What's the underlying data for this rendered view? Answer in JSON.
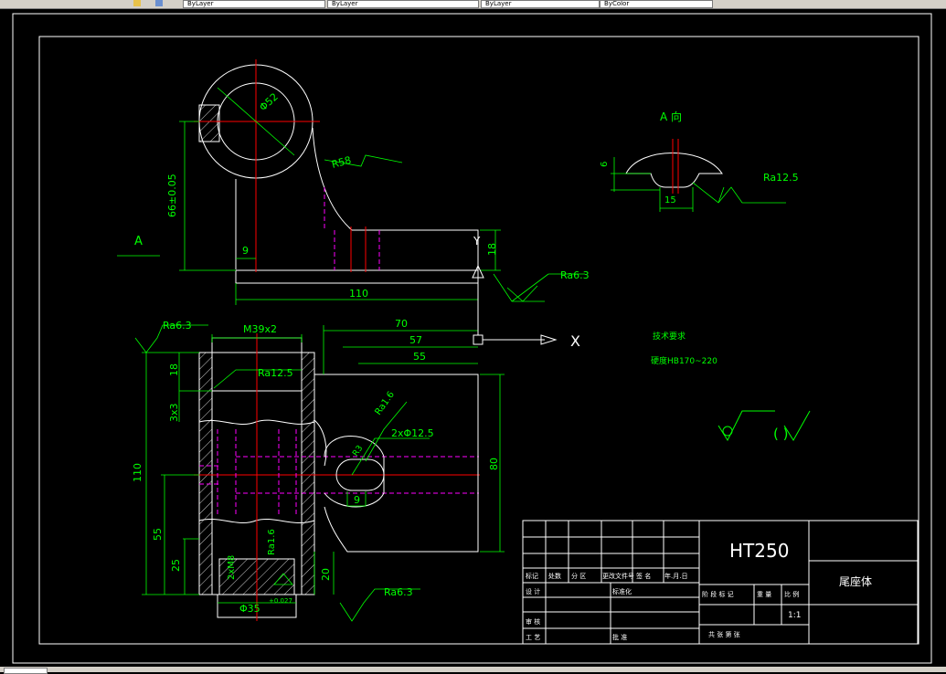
{
  "app": {
    "toolbar": {
      "layer_boxes": [
        "ByLayer",
        "ByLayer",
        "ByLayer",
        "ByColor"
      ]
    }
  },
  "drawing": {
    "view_label": "A",
    "section_label": "A 向",
    "dims": {
      "d52": "Φ52",
      "r58": "R58",
      "h66": "66±0.05",
      "w9": "9",
      "h18": "18",
      "w110": "110",
      "d70": "70",
      "d57": "57",
      "d55": "55",
      "m39": "M39x2",
      "d18": "18",
      "d3x3": "3x3",
      "d110v": "110",
      "d55v": "55",
      "d25v": "25",
      "m8": "2xM8",
      "d80": "80",
      "d20": "20",
      "d9b": "9",
      "d125": "2xΦ12.5",
      "r63": "R3",
      "d35": "Φ35",
      "d35tol": "+0.027",
      "d6": "6",
      "d15": "15",
      "x_label": "X",
      "y_label": "Y"
    },
    "roughness": {
      "ra125_top": "Ra12.5",
      "ra63_right": "Ra6.3",
      "ra63_left": "Ra6.3",
      "ra125_mid": "Ra12.5",
      "ra16_a": "Ra1.6",
      "ra16_b": "Ra1.6",
      "ra63_bottom": "Ra6.3"
    },
    "notes": {
      "title": "技术要求",
      "line1": "硬度HB170~220",
      "general_roughness": "(   )"
    },
    "title_block": {
      "material": "HT250",
      "part_name": "尾座体",
      "scale": "1:1",
      "labels": {
        "mark": "标记",
        "count": "处数",
        "zone": "分 区",
        "doc": "更改文件号",
        "sign": "签 名",
        "date": "年.月.日",
        "design": "设 计",
        "std": "标准化",
        "stage": "阶 段 标 记",
        "weight": "重 量",
        "ratio": "比 例",
        "review": "审 核",
        "craft": "工 艺",
        "approve": "批 准",
        "sheets": "共   张   第   张"
      }
    }
  },
  "colors": {
    "background": "#000000",
    "white": "#ffffff",
    "green": "#00ff00",
    "red": "#ff0000",
    "magenta": "#ff00ff",
    "toolbar": "#d4d0c8"
  }
}
